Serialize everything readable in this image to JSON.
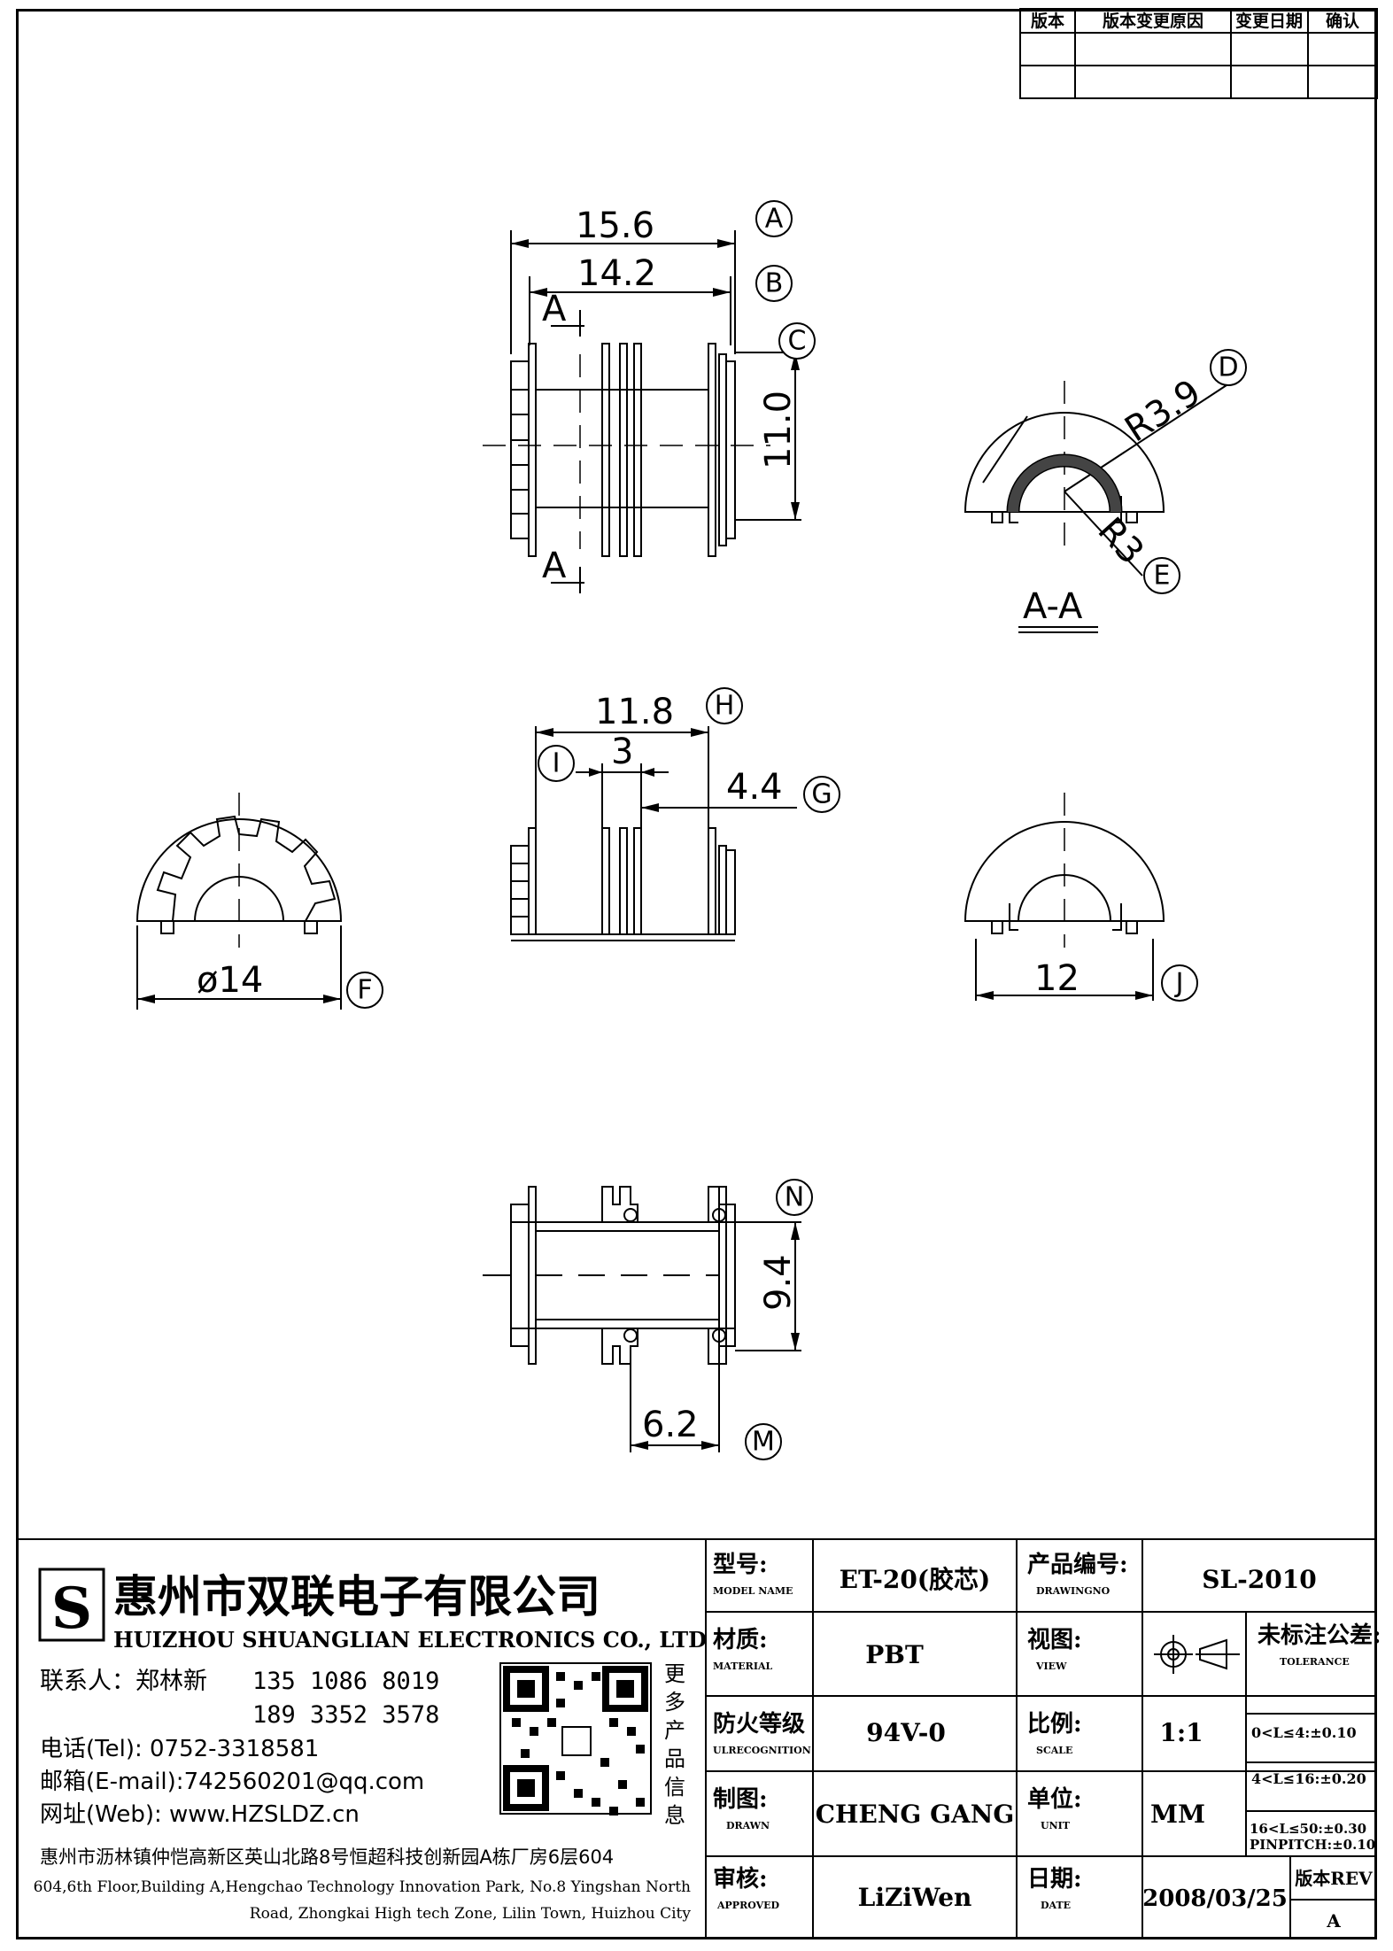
{
  "revision_table": {
    "headers": [
      "版本",
      "版本变更原因",
      "变更日期",
      "确认"
    ]
  },
  "drawing": {
    "dims": {
      "A": "15.6",
      "B": "14.2",
      "C": "11.0",
      "D": "R3.9",
      "E": "R3",
      "F": "ø14",
      "G": "4.4",
      "H": "11.8",
      "I": "3",
      "J": "12",
      "M": "6.2",
      "N": "9.4"
    },
    "section_label": "A-A",
    "section_marker": "A",
    "bubbles": [
      "A",
      "B",
      "C",
      "D",
      "E",
      "F",
      "G",
      "H",
      "I",
      "J",
      "M",
      "N"
    ]
  },
  "company": {
    "name_cn": "惠州市双联电子有限公司",
    "name_en": "HUIZHOU SHUANGLIAN ELECTRONICS CO., LTD",
    "contact_label": "联系人：郑林新",
    "phone1": "135 1086 8019",
    "phone2": "189 3352 3578",
    "tel": "电话(Tel): 0752-3318581",
    "email": "邮箱(E-mail):742560201@qq.com",
    "web": "网址(Web): www.HZSLDZ.cn",
    "qr_caption": [
      "更",
      "多",
      "产",
      "品",
      "信",
      "息"
    ],
    "address_cn": "惠州市沥林镇仲恺高新区英山北路8号恒超科技创新园A栋厂房6层604",
    "address_en1": "604,6th Floor,Building A,Hengchao Technology Innovation Park, No.8 Yingshan North",
    "address_en2": "Road, Zhongkai High tech Zone, Lilin Town, Huizhou City"
  },
  "title_block": {
    "model_label": "型号:",
    "model_sub": "MODEL NAME",
    "model_value": "ET-20(胶芯)",
    "drawing_no_label": "产品编号:",
    "drawing_no_sub": "DRAWINGNO",
    "drawing_no_value": "SL-2010",
    "material_label": "材质:",
    "material_sub": "MATERIAL",
    "material_value": "PBT",
    "view_label": "视图:",
    "view_sub": "VIEW",
    "tolerance_label": "未标注公差:",
    "tolerance_sub": "TOLERANCE",
    "fire_label": "防火等级",
    "fire_sub": "ULRECOGNITION",
    "fire_value": "94V-0",
    "scale_label": "比例:",
    "scale_sub": "SCALE",
    "scale_value": "1:1",
    "drawn_label": "制图:",
    "drawn_sub": "DRAWN",
    "drawn_value": "CHENG GANG",
    "unit_label": "单位:",
    "unit_sub": "UNIT",
    "unit_value": "MM",
    "approved_label": "审核:",
    "approved_sub": "APPROVED",
    "approved_value": "LiZiWen",
    "date_label": "日期:",
    "date_sub": "DATE",
    "date_value": "2008/03/25",
    "rev_label": "版本REV",
    "rev_value": "A",
    "tolerances": [
      "0<L≤4:±0.10",
      "4<L≤16:±0.20",
      "16<L≤50:±0.30",
      "PINPITCH:±0.10"
    ]
  }
}
